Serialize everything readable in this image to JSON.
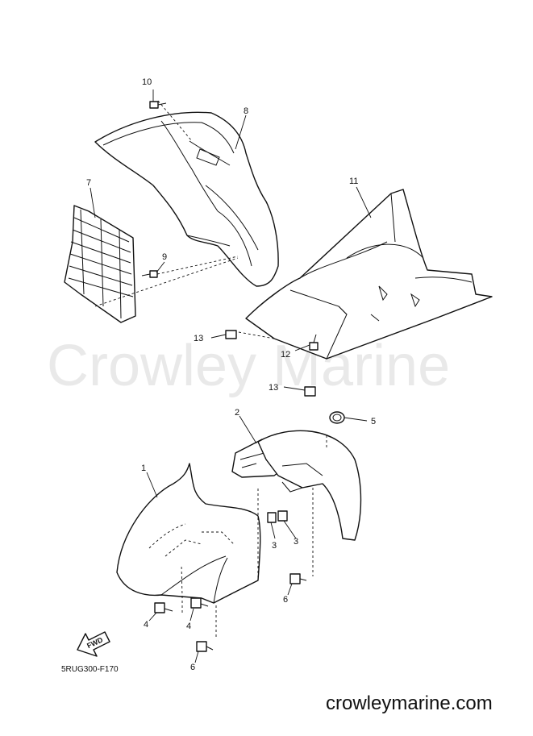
{
  "watermark": "Crowley Marine",
  "website": "crowleymarine.com",
  "diagram_code": "5RUG300-F170",
  "fwd_label": "FWD",
  "callouts": {
    "c1": "1",
    "c2": "2",
    "c3a": "3",
    "c3b": "3",
    "c4a": "4",
    "c4b": "4",
    "c5": "5",
    "c6a": "6",
    "c6b": "6",
    "c7": "7",
    "c8": "8",
    "c9": "9",
    "c10": "10",
    "c11": "11",
    "c12": "12",
    "c13a": "13",
    "c13b": "13"
  }
}
